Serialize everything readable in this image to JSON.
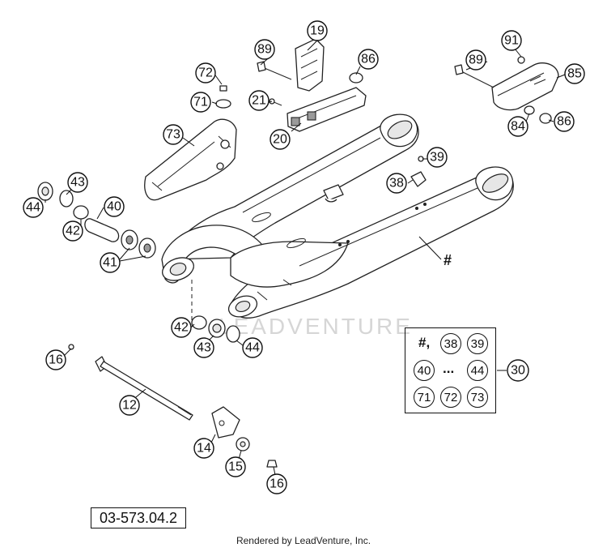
{
  "callouts": {
    "c19": "19",
    "c89a": "89",
    "c86a": "86",
    "c72": "72",
    "c71": "71",
    "c21": "21",
    "c20": "20",
    "c73": "73",
    "c91": "91",
    "c89b": "89",
    "c85": "85",
    "c84": "84",
    "c86b": "86",
    "c39": "39",
    "c38": "38",
    "c43a": "43",
    "c44a": "44",
    "c40": "40",
    "c42a": "42",
    "c41": "41",
    "c42b": "42",
    "c43b": "43",
    "c44b": "44",
    "c16a": "16",
    "c12": "12",
    "c14": "14",
    "c15": "15",
    "c16b": "16",
    "c30": "30"
  },
  "swingarm_mark": "#",
  "kit": {
    "hash_comma": "#,",
    "k38": "38",
    "k39": "39",
    "k40": "40",
    "ellipsis": "...",
    "k44": "44",
    "k71": "71",
    "k72": "72",
    "k73": "73"
  },
  "reference_number": "03-573.04.2",
  "watermark": "LEADVENTURE",
  "footer": "Rendered by LeadVenture, Inc."
}
